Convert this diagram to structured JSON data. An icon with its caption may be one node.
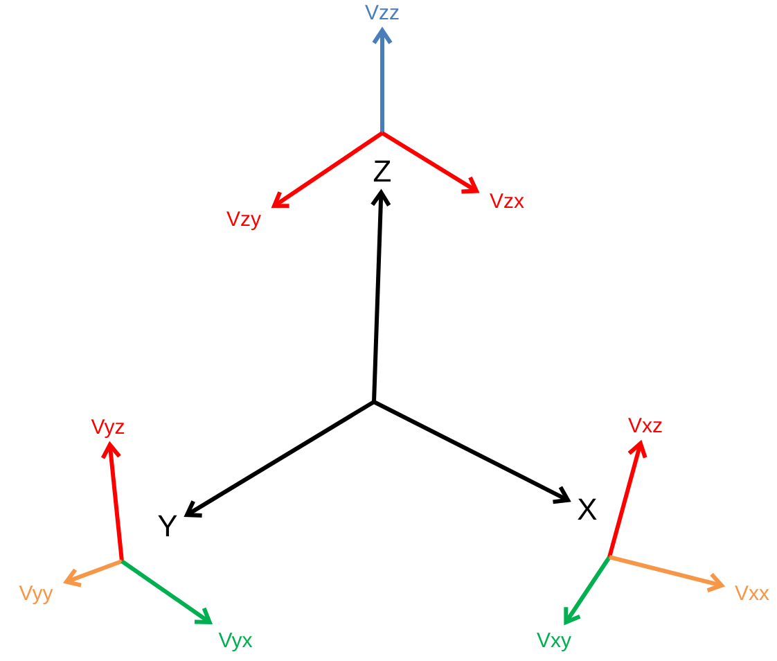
{
  "diagram": {
    "nodes": [
      {
        "text": [
          "Vzz"
        ]
      },
      {
        "text": [
          "Vzy"
        ]
      },
      {
        "text": [
          "Z"
        ]
      },
      {
        "text": [
          "Vzx"
        ]
      },
      {
        "text": [
          "Vyz"
        ]
      },
      {
        "text": [
          "Vxz"
        ]
      },
      {
        "text": [
          "Y"
        ]
      },
      {
        "text": [
          "X"
        ]
      },
      {
        "text": [
          "Vyy"
        ]
      },
      {
        "text": [
          "Vyx"
        ]
      },
      {
        "text": [
          "Vxy"
        ]
      },
      {
        "text": [
          "Vxx"
        ]
      }
    ],
    "edges": [
      {
        "from": 2,
        "to": 0,
        "arrow": "to",
        "color": "#4a7ebb"
      },
      {
        "from": 2,
        "to": 1,
        "arrow": "to"
      },
      {
        "from": 2,
        "to": 3,
        "arrow": "to"
      },
      {
        "from": null,
        "to": 2,
        "arrow": "to",
        "color": "#000000"
      },
      {
        "from": null,
        "to": 6,
        "arrow": "to",
        "color": "#000000"
      },
      {
        "from": null,
        "to": 7,
        "arrow": "to",
        "color": "#000000"
      },
      {
        "from": null,
        "to": 4,
        "arrow": "to"
      },
      {
        "from": null,
        "to": 8,
        "arrow": "to",
        "color": "#f79646"
      },
      {
        "from": null,
        "to": 9,
        "arrow": "to",
        "color": "#00b050"
      },
      {
        "from": null,
        "to": 5,
        "arrow": "to"
      },
      {
        "from": null,
        "to": 10,
        "arrow": "to",
        "color": "#00b050"
      },
      {
        "from": null,
        "to": 11,
        "arrow": "to",
        "color": "#f79646"
      }
    ]
  }
}
